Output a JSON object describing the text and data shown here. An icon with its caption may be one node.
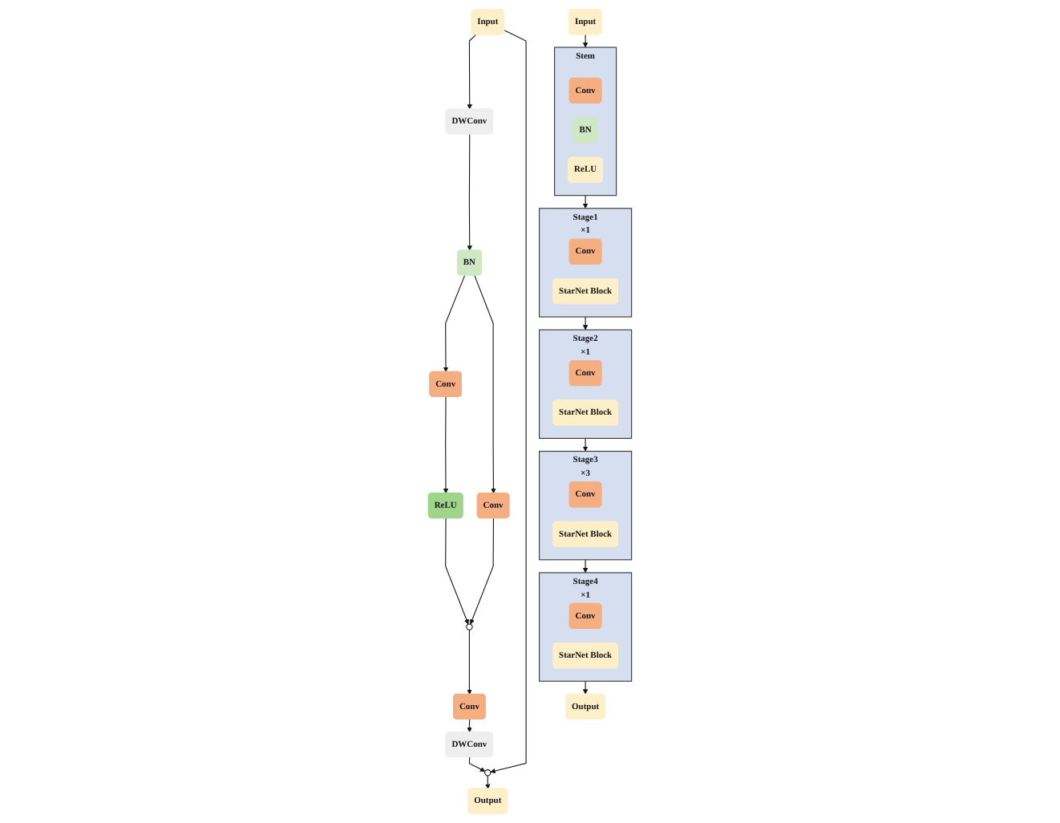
{
  "diagram": {
    "nodes": [
      {
        "text": [
          "Input"
        ]
      },
      {
        "text": [
          "DWConv"
        ]
      },
      {
        "text": [
          "BN"
        ]
      },
      {
        "text": [
          "Conv"
        ]
      },
      {
        "text": [
          "Conv"
        ]
      },
      {
        "text": [
          "ReLU"
        ]
      },
      {
        "text": [],
        "shape": "circle"
      },
      {
        "text": [
          "Conv"
        ]
      },
      {
        "text": [
          "DWConv"
        ]
      },
      {
        "text": [],
        "shape": "circle"
      },
      {
        "text": [
          "Output"
        ]
      },
      {
        "text": [
          "Input"
        ]
      },
      {
        "text": [
          "Stem"
        ]
      },
      {
        "text": [
          "Conv"
        ],
        "in": 12
      },
      {
        "text": [
          "BN"
        ],
        "in": 12
      },
      {
        "text": [
          "ReLU"
        ],
        "in": 12
      },
      {
        "text": [
          "Stage1",
          "×1"
        ]
      },
      {
        "text": [
          "Conv"
        ],
        "in": 16
      },
      {
        "text": [
          "StarNet Block"
        ],
        "in": 16
      },
      {
        "text": [
          "Stage2",
          "×1"
        ]
      },
      {
        "text": [
          "Conv"
        ],
        "in": 19
      },
      {
        "text": [
          "StarNet Block"
        ],
        "in": 19
      },
      {
        "text": [
          "Stage3",
          "×3"
        ]
      },
      {
        "text": [
          "Conv"
        ],
        "in": 22
      },
      {
        "text": [
          "StarNet Block"
        ],
        "in": 22
      },
      {
        "text": [
          "Stage4",
          "×1"
        ]
      },
      {
        "text": [
          "Conv"
        ],
        "in": 25
      },
      {
        "text": [
          "StarNet Block"
        ],
        "in": 25
      },
      {
        "text": [
          "Output"
        ]
      }
    ],
    "edges": [
      {
        "from": 0,
        "to": 1,
        "arrow": "to"
      },
      {
        "from": 1,
        "to": 2,
        "arrow": "to"
      },
      {
        "from": 2,
        "to": 3,
        "arrow": "to"
      },
      {
        "from": 2,
        "to": 4,
        "arrow": "to"
      },
      {
        "from": 3,
        "to": 5,
        "arrow": "to"
      },
      {
        "from": 5,
        "to": 6,
        "arrow": "to"
      },
      {
        "from": 4,
        "to": 6,
        "arrow": "to"
      },
      {
        "from": 6,
        "to": 7,
        "arrow": "to"
      },
      {
        "from": 7,
        "to": 8,
        "arrow": "to"
      },
      {
        "from": 8,
        "to": 9,
        "arrow": "to"
      },
      {
        "from": 0,
        "to": 9,
        "arrow": "to"
      },
      {
        "from": 9,
        "to": 10,
        "arrow": "to"
      },
      {
        "from": 11,
        "to": 12,
        "arrow": "to"
      },
      {
        "from": 12,
        "to": 16,
        "arrow": "to"
      },
      {
        "from": 16,
        "to": 19,
        "arrow": "to"
      },
      {
        "from": 19,
        "to": 22,
        "arrow": "to"
      },
      {
        "from": 22,
        "to": 25,
        "arrow": "to"
      },
      {
        "from": 25,
        "to": 28,
        "arrow": "to"
      }
    ]
  }
}
